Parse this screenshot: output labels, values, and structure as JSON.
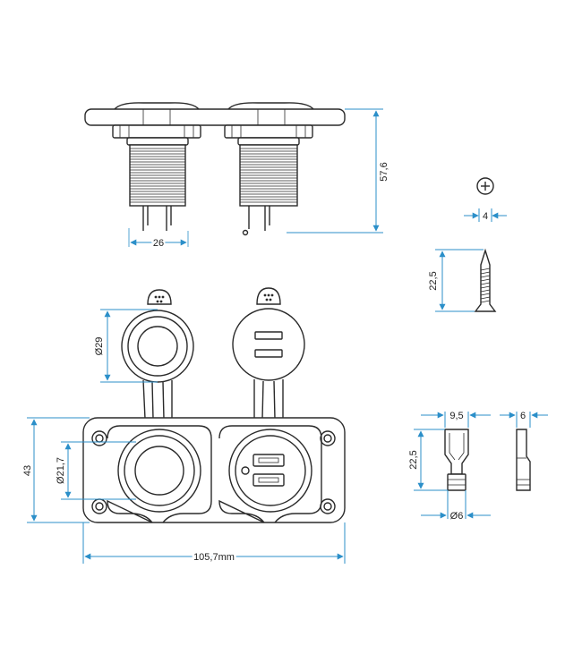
{
  "dimensions": {
    "top_pin_spacing": "26",
    "top_height": "57,6",
    "screw_head": "4",
    "screw_length": "22,5",
    "socket_cap_diameter": "Ø29",
    "socket_hole_diameter": "Ø21,7",
    "panel_height": "43",
    "panel_width": "105,7mm",
    "terminal_width": "9,5",
    "terminal_thickness": "6",
    "terminal_length": "22,5",
    "terminal_barrel": "Ø6"
  },
  "colors": {
    "outline": "#2a2a2a",
    "dimension": "#2b8fc9"
  }
}
